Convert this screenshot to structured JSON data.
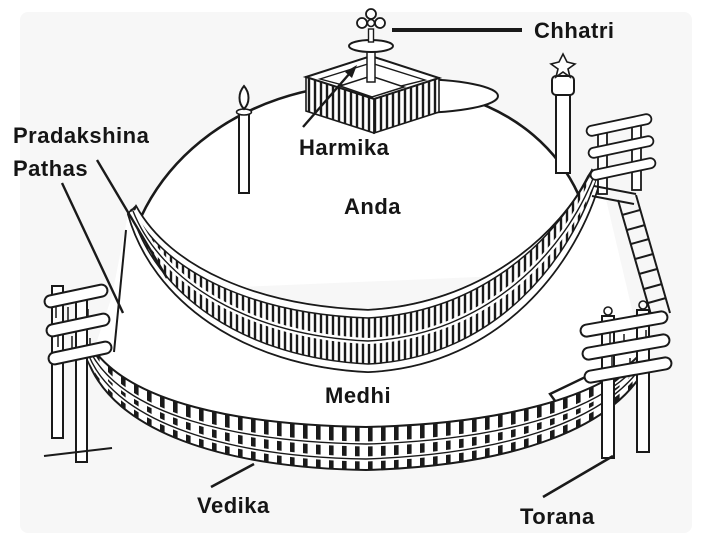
{
  "diagram": {
    "subject": "Labeled line drawing of a Buddhist stupa (Great Stupa type) with architectural parts annotated",
    "labels": {
      "chhatri": "Chhatri",
      "harmika": "Harmika",
      "anda": "Anda",
      "pradakshina_line1": "Pradakshina",
      "pradakshina_line2": "Pathas",
      "medhi": "Medhi",
      "vedika": "Vedika",
      "torana": "Torana"
    },
    "colors": {
      "ink": "#1a1a1a",
      "panel_background": "#f7f7f7",
      "paper": "#ffffff"
    }
  }
}
